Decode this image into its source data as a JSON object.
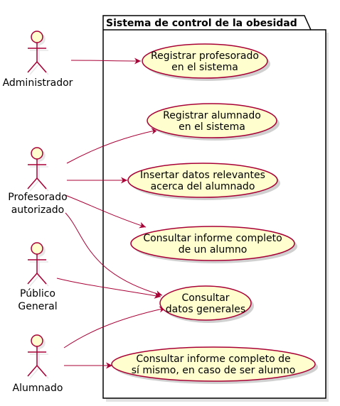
{
  "diagram": {
    "package_title": "Sistema de control de la obesidad",
    "actors": [
      {
        "id": "admin",
        "lines": [
          "Administrador"
        ]
      },
      {
        "id": "prof",
        "lines": [
          "Profesorado",
          "autorizado"
        ]
      },
      {
        "id": "pub",
        "lines": [
          "Público",
          "General"
        ]
      },
      {
        "id": "alum",
        "lines": [
          "Alumnado"
        ]
      }
    ],
    "use_cases": [
      {
        "id": "uc1",
        "lines": [
          "Registrar profesorado",
          "en el sistema"
        ]
      },
      {
        "id": "uc2",
        "lines": [
          "Registrar alumnado",
          "en el sistema"
        ]
      },
      {
        "id": "uc3",
        "lines": [
          "Insertar datos relevantes",
          "acerca del alumnado"
        ]
      },
      {
        "id": "uc4",
        "lines": [
          "Consultar informe completo",
          "de un alumno"
        ]
      },
      {
        "id": "uc5",
        "lines": [
          "Consultar",
          "datos generales"
        ]
      },
      {
        "id": "uc6",
        "lines": [
          "Consultar informe completo de",
          "sí mismo, en caso de ser alumno"
        ]
      }
    ],
    "associations": [
      {
        "from": "admin",
        "to": "uc1"
      },
      {
        "from": "prof",
        "to": "uc2"
      },
      {
        "from": "prof",
        "to": "uc3"
      },
      {
        "from": "prof",
        "to": "uc4"
      },
      {
        "from": "prof",
        "to": "uc5"
      },
      {
        "from": "pub",
        "to": "uc5"
      },
      {
        "from": "alum",
        "to": "uc5"
      },
      {
        "from": "alum",
        "to": "uc6"
      }
    ],
    "colors": {
      "fill": "#FEFECE",
      "stroke": "#A80036",
      "package_stroke": "#000000",
      "shadow": "#D0D0D0"
    }
  }
}
